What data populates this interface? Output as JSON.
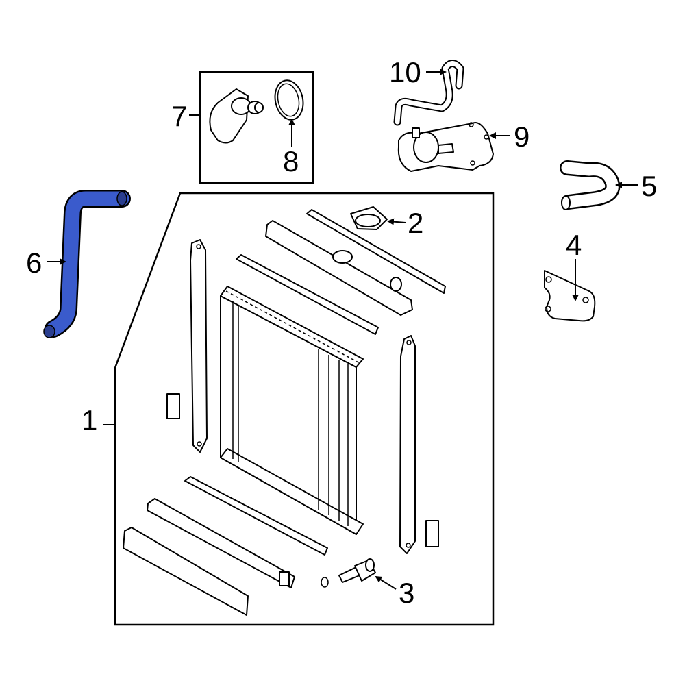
{
  "diagram": {
    "highlight_color": "#3A5BCC",
    "outline_color": "#000000",
    "callouts": [
      {
        "id": "1",
        "label": "1"
      },
      {
        "id": "2",
        "label": "2"
      },
      {
        "id": "3",
        "label": "3"
      },
      {
        "id": "4",
        "label": "4"
      },
      {
        "id": "5",
        "label": "5"
      },
      {
        "id": "6",
        "label": "6"
      },
      {
        "id": "7",
        "label": "7"
      },
      {
        "id": "8",
        "label": "8"
      },
      {
        "id": "9",
        "label": "9"
      },
      {
        "id": "10",
        "label": "10"
      }
    ],
    "highlighted_part": "6"
  }
}
